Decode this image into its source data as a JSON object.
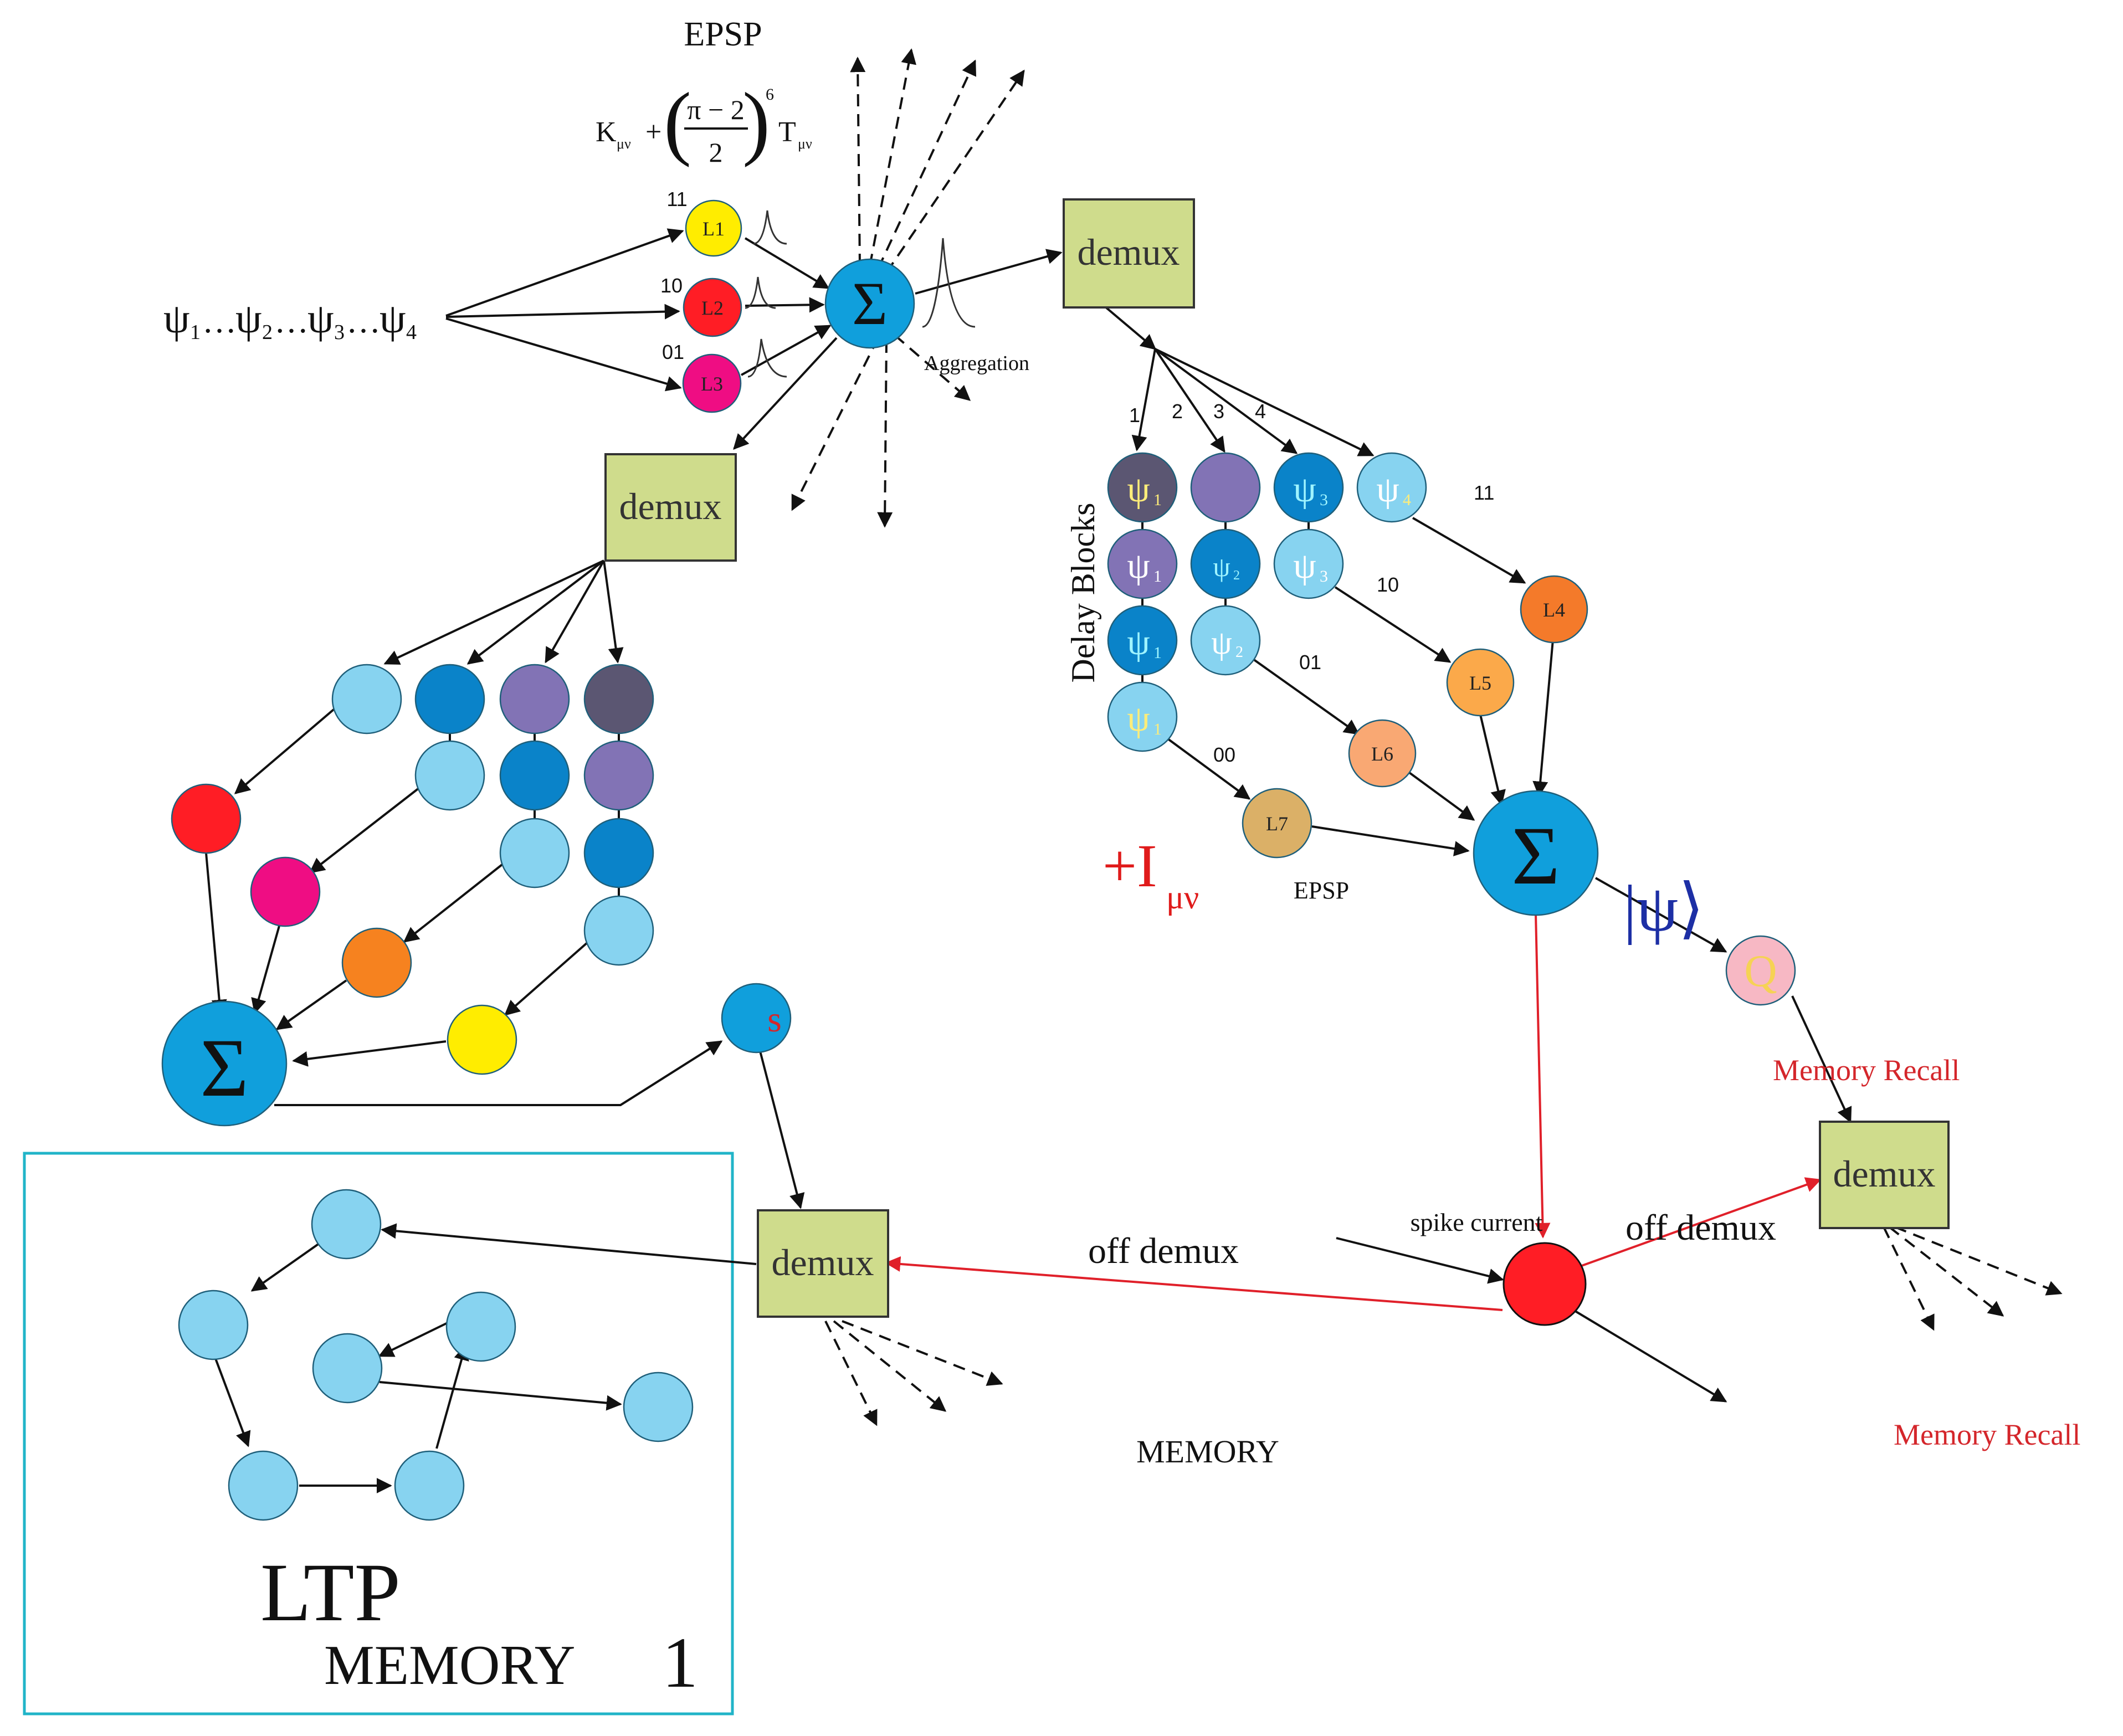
{
  "colors": {
    "demux": "#cfdc8c",
    "light_blue": "#87d3f0",
    "mid_blue": "#0a83c9",
    "cyan_sum": "#109fdc",
    "purple": "#8273b5",
    "dark_slate": "#5b5672",
    "red": "#ff1d25",
    "pink": "#ef0d83",
    "orange": "#f6821f",
    "yellow": "#ffed00",
    "arrow_red": "#e0202a",
    "text_red": "#d4262b",
    "text_blue": "#1d2fa5",
    "memory_box": "#21b4c8"
  },
  "icons": {
    "sigma": "Σ",
    "psi": "ψ"
  },
  "labels": {
    "epsp_top": "EPSP",
    "formula_k": "K",
    "formula_mu": "μν",
    "formula_plus": "+",
    "formula_num": "π − 2",
    "formula_den": "2",
    "formula_exp": "6",
    "formula_t": "T",
    "formula_t_mu": "μν",
    "input_1": "ψ",
    "input_sub_1": "1",
    "input_2": "ψ",
    "input_sub_2": "2",
    "input_3": "ψ",
    "input_sub_3": "3",
    "input_4": "ψ",
    "input_sub_4": "4",
    "input_dots": "…",
    "code_l1": "11",
    "code_l2": "10",
    "code_l3": "01",
    "l1": "L1",
    "l2": "L2",
    "l3": "L3",
    "l4": "L4",
    "l5": "L5",
    "l6": "L6",
    "l7": "L7",
    "aggregation": "Aggregation",
    "demux": "demux",
    "ch_1": "1",
    "ch_2": "2",
    "ch_3": "3",
    "ch_4": "4",
    "delay_blocks": "Delay Blocks",
    "code_l4": "11",
    "code_l5": "10",
    "code_l6": "01",
    "code_l7": "00",
    "i_plus": "+I",
    "i_sub": "μν",
    "epsp_mid": "EPSP",
    "ket": "|ψ⟩",
    "q": "Q",
    "memory_recall_1": "Memory Recall",
    "memory_recall_2": "Memory Recall",
    "s": "s",
    "spike_current": "spike current",
    "off_demux_left": "off demux",
    "off_demux_right": "off demux",
    "memory": "MEMORY",
    "ltp": "LTP",
    "memory_1": "MEMORY",
    "memory_1_num": "1"
  }
}
